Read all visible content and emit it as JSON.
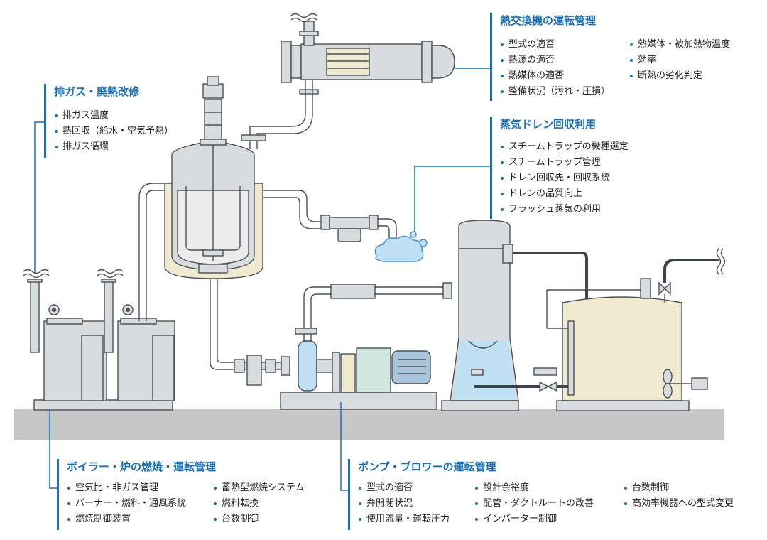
{
  "panels": {
    "exhaust": {
      "title": "排ガス・廃熱改修",
      "items": [
        "排ガス温度",
        "熱回収（給水・空気予熱）",
        "排ガス循環"
      ]
    },
    "heat_exchanger": {
      "title": "熱交換機の運転管理",
      "items": [
        "型式の適否",
        "熱源の適否",
        "熱媒体の適否",
        "整備状況（汚れ・圧損）",
        "熱媒体・被加熱物温度",
        "効率",
        "断熱の劣化判定"
      ]
    },
    "steam_drain": {
      "title": "蒸気ドレン回収利用",
      "items": [
        "スチームトラップの機種選定",
        "スチームトラップ管理",
        "ドレン回収先・回収系統",
        "ドレンの品質向上",
        "フラッシュ蒸気の利用"
      ]
    },
    "boiler": {
      "title": "ボイラー・炉の燃焼・運転管理",
      "items": [
        "空気比・非ガス管理",
        "バーナー・燃料・通風系統",
        "燃焼制御装置",
        "蓄熱型燃焼システム",
        "燃料転換",
        "台数制御"
      ]
    },
    "pump": {
      "title": "ポンプ・ブロワーの運転管理",
      "items": [
        "型式の適否",
        "弁開閉状況",
        "使用流量・運転圧力",
        "設計余裕度",
        "配管・ダクトルートの改善",
        "インバーター制御",
        "台数制御",
        "高効率機器への型式変更"
      ]
    }
  },
  "colors": {
    "accent": "#1a6fb3",
    "equipment": "#d9dcdf",
    "outline": "#4a4f55",
    "floor": "#c7c7c7",
    "water": "#bfe0f2",
    "insulation": "#efe9cf",
    "tank": "#f0ead0",
    "motor": "#a9c5dc",
    "coupling": "#cfe7df"
  }
}
